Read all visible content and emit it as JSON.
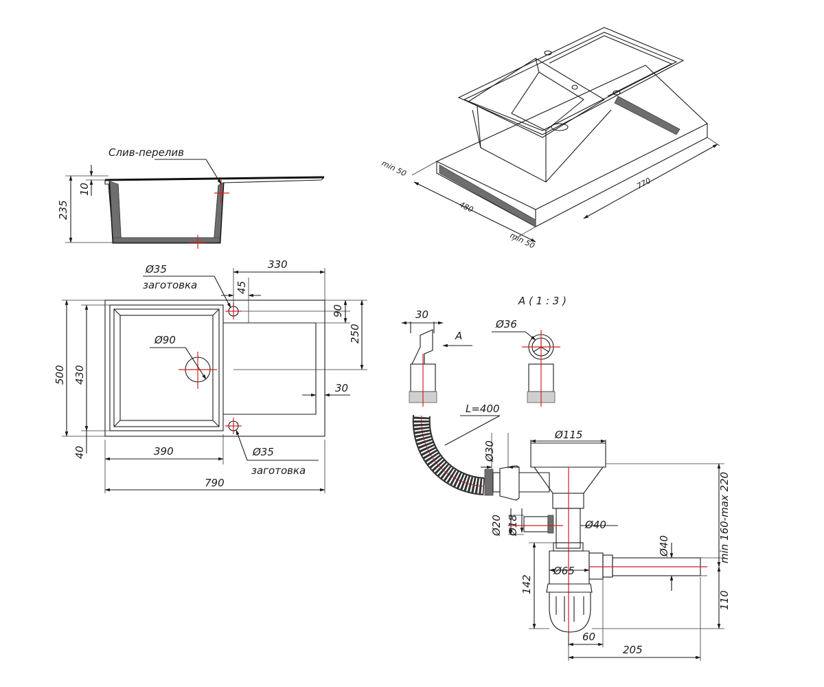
{
  "side_view": {
    "label_overflow": "Слив-перелив",
    "dim_height": "235",
    "dim_rim": "10"
  },
  "plan_view": {
    "dim_total_width": "790",
    "dim_bowl_width": "390",
    "dim_drainer_width": "330",
    "dim_total_depth": "500",
    "dim_bowl_depth": "430",
    "dim_bottom": "40",
    "dim_tap_offset": "45",
    "dim_tap_from_edge": "90",
    "dim_drainer_depth": "250",
    "dim_drainer_margin": "30",
    "hole_tap_top": "Ø35",
    "hole_tap_top_note": "заготовка",
    "hole_drain": "Ø90",
    "hole_tap_bottom": "Ø35",
    "hole_tap_bottom_note": "заготовка"
  },
  "iso_view": {
    "dim_min_left": "min 50",
    "dim_cabinet": "480",
    "dim_min_right": "min 50",
    "dim_width": "770"
  },
  "detail_a": {
    "title": "A ( 1 : 3 )",
    "dim_width": "30",
    "arrow_label": "A",
    "dim_diameter": "Ø36"
  },
  "siphon": {
    "hose_length": "L=400",
    "dim_hose": "Ø30",
    "dim_strainer": "Ø115",
    "dim_pipe": "Ø40",
    "dim_side_20": "Ø20",
    "dim_side_18": "Ø18",
    "dim_outlet": "Ø40",
    "dim_trap": "Ø65",
    "dim_height": "min 160-max 220",
    "dim_trap_height": "142",
    "dim_outlet_height": "110",
    "dim_offset": "60",
    "dim_length": "205"
  }
}
